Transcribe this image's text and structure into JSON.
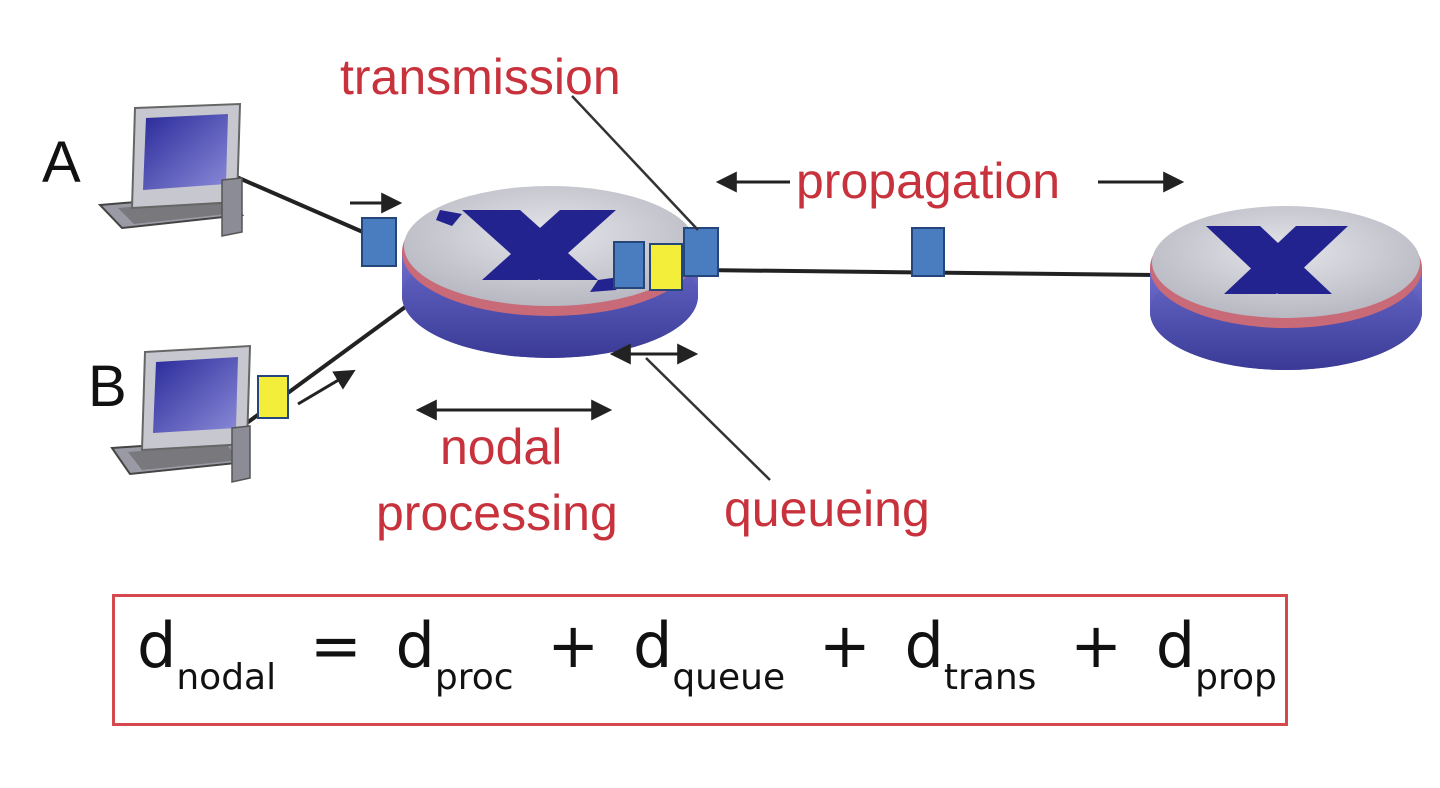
{
  "hosts": {
    "a_label": "A",
    "b_label": "B"
  },
  "labels": {
    "transmission": "transmission",
    "propagation": "propagation",
    "nodal": "nodal",
    "processing": "processing",
    "queueing": "queueing"
  },
  "formula": {
    "d": "d",
    "nodal_sub": "nodal",
    "equals": "=",
    "plus": "+",
    "proc_sub": "proc",
    "queue_sub": "queue",
    "trans_sub": "trans",
    "prop_sub": "prop"
  },
  "colors": {
    "label_red": "#c8323c",
    "packet_blue": "#4a7cc0",
    "packet_yellow": "#f2ee3a",
    "router_body": "#4a4aa8",
    "router_top": "#c9c9cf",
    "router_ring": "#c86a78",
    "router_cross": "#23238f",
    "formula_border": "#d4484e"
  }
}
